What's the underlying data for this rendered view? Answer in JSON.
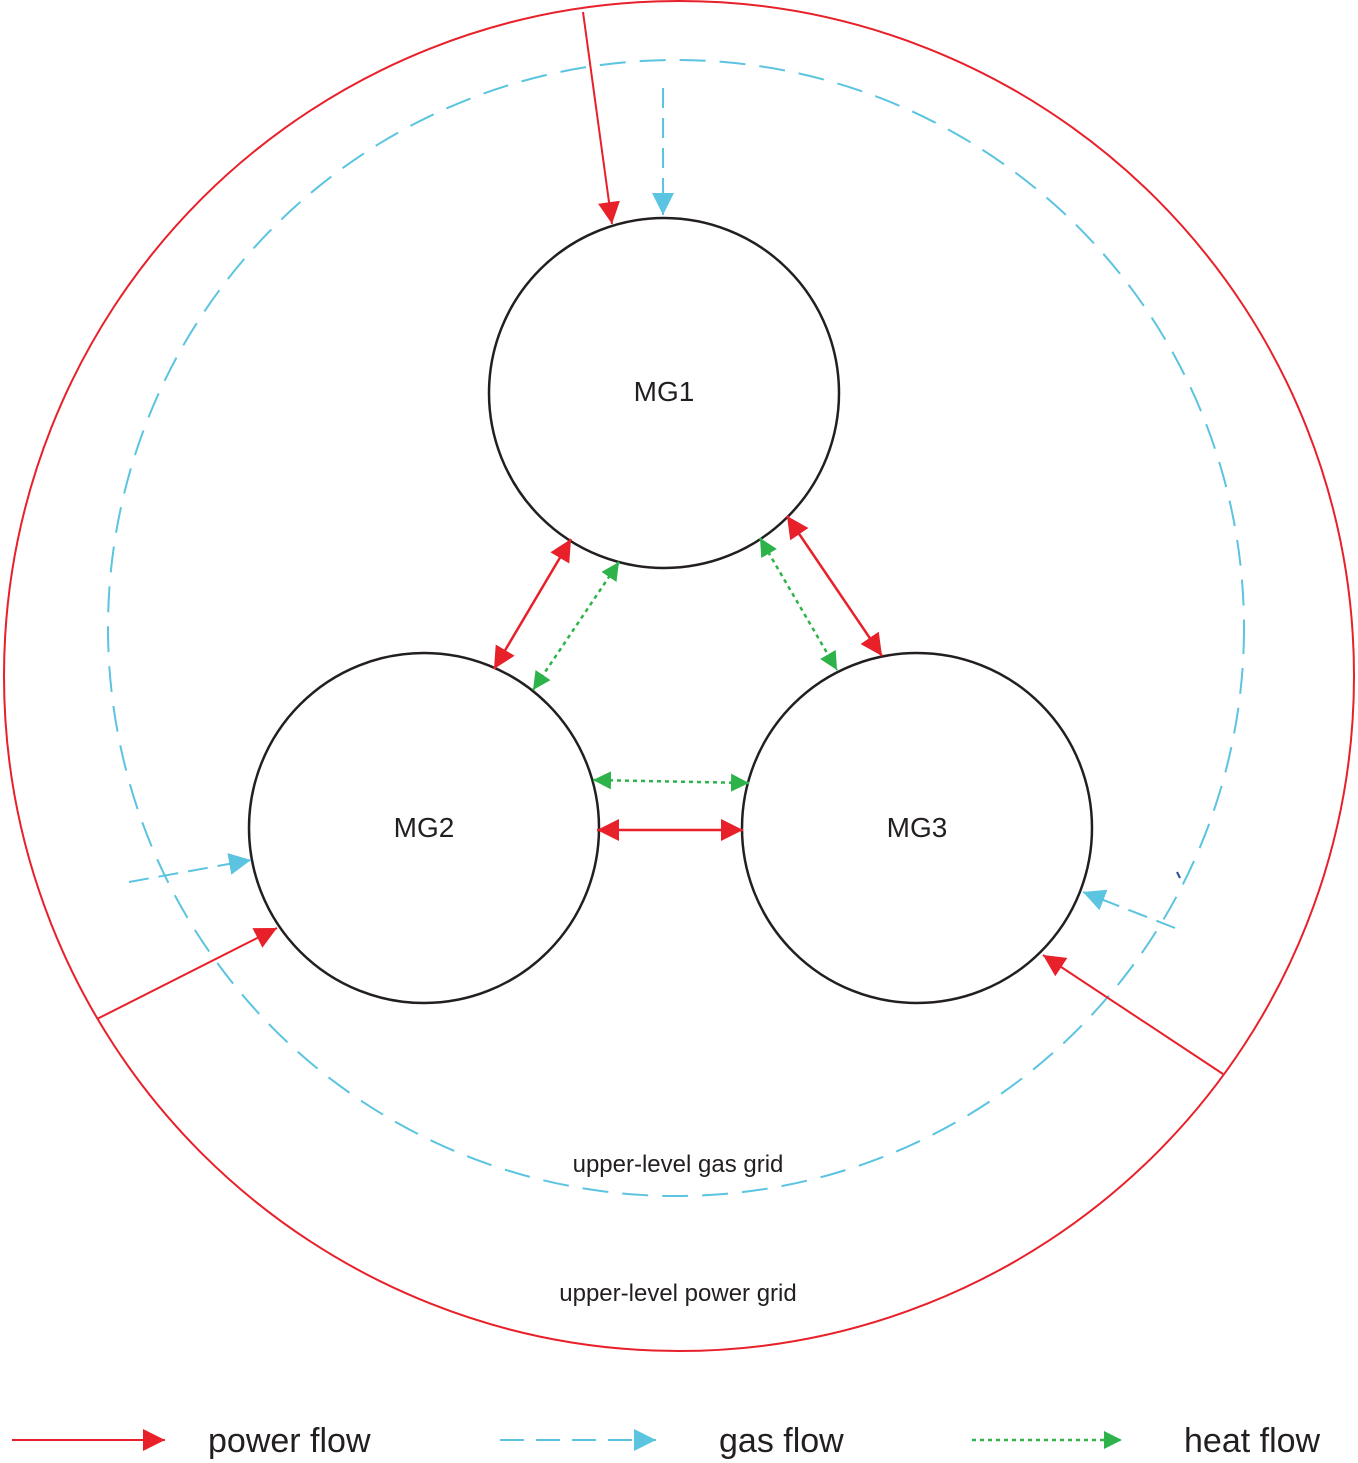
{
  "colors": {
    "power": "#e8202a",
    "gas": "#5bc4e0",
    "heat": "#2db34a",
    "node": "#231f20"
  },
  "nodes": {
    "mg1": "MG1",
    "mg2": "MG2",
    "mg3": "MG3"
  },
  "grids": {
    "gas_label": "upper-level gas grid",
    "power_label": "upper-level power grid"
  },
  "legend": {
    "power": "power flow",
    "gas": "gas flow",
    "heat": "heat flow"
  }
}
